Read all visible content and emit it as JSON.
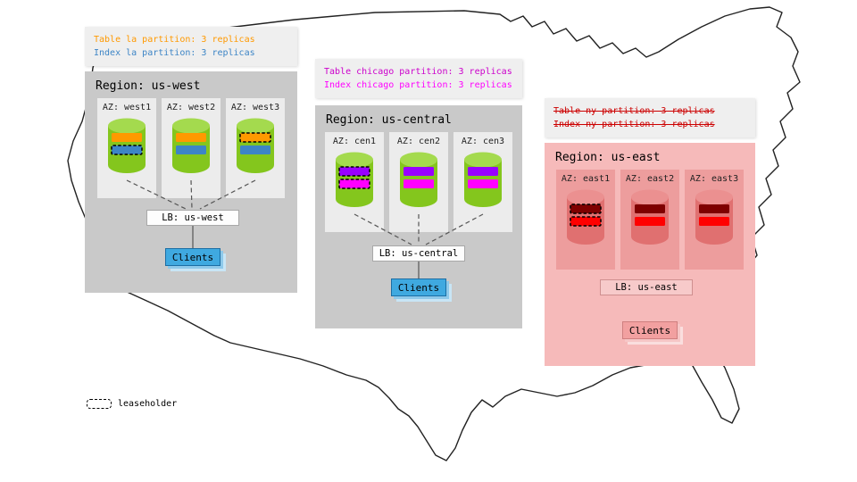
{
  "legend": {
    "label": "leaseholder"
  },
  "palette": {
    "region_gray": "#c9c9c9",
    "region_pink": "#f6baba",
    "az_gray": "#ececec",
    "az_pink": "#ed9d9d",
    "cylinder_green": "#84c61d",
    "cylinder_green_top": "#a4da4e",
    "cylinder_red": "#e07070",
    "cylinder_red_top": "#eb9090",
    "table_bar_west": "#ff9900",
    "index_bar_west": "#3d85c6",
    "table_bar_central": "#9900ff",
    "index_bar_central": "#ff00ff",
    "table_bar_east": "#7f0000",
    "index_bar_east": "#ff0000",
    "clients_blue": "#3fa9e0",
    "clients_pink": "#f2a0a0",
    "strike_text_red": "#cc0000",
    "annotation_orange": "#ff9900",
    "annotation_blue": "#3d85c6",
    "annotation_magenta_dark": "#cc00cc",
    "annotation_magenta": "#ff00ff"
  },
  "regions": [
    {
      "title": "Region: us-west",
      "annotation": [
        "Table la partition: 3 replicas",
        "Index la partition: 3 replicas"
      ],
      "annotation_struck": false,
      "azs": [
        {
          "label": "AZ: west1",
          "table_leaseholder": false,
          "index_leaseholder": true
        },
        {
          "label": "AZ: west2",
          "table_leaseholder": false,
          "index_leaseholder": false
        },
        {
          "label": "AZ: west3",
          "table_leaseholder": true,
          "index_leaseholder": false
        }
      ],
      "lb": "LB: us-west",
      "clients": "Clients"
    },
    {
      "title": "Region: us-central",
      "annotation": [
        "Table chicago partition: 3 replicas",
        "Index chicago partition: 3 replicas"
      ],
      "annotation_struck": false,
      "azs": [
        {
          "label": "AZ: cen1",
          "table_leaseholder": true,
          "index_leaseholder": true
        },
        {
          "label": "AZ: cen2",
          "table_leaseholder": false,
          "index_leaseholder": false
        },
        {
          "label": "AZ: cen3",
          "table_leaseholder": false,
          "index_leaseholder": false
        }
      ],
      "lb": "LB: us-central",
      "clients": "Clients"
    },
    {
      "title": "Region: us-east",
      "annotation": [
        "Table ny partition: 3 replicas",
        "Index ny partition: 3 replicas"
      ],
      "annotation_struck": true,
      "azs": [
        {
          "label": "AZ: east1",
          "table_leaseholder": true,
          "index_leaseholder": true
        },
        {
          "label": "AZ: east2",
          "table_leaseholder": false,
          "index_leaseholder": false
        },
        {
          "label": "AZ: east3",
          "table_leaseholder": false,
          "index_leaseholder": false
        }
      ],
      "lb": "LB: us-east",
      "clients": "Clients"
    }
  ]
}
